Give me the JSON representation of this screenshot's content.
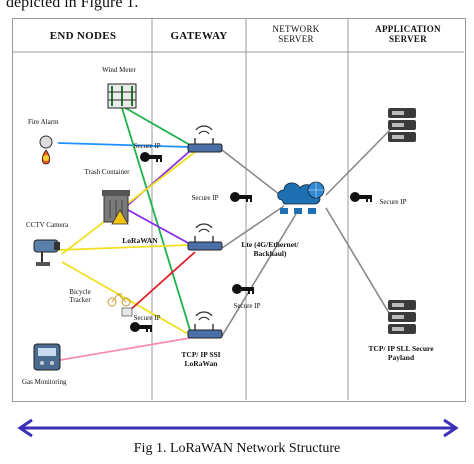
{
  "partial_text_top": "depicted in Figure 1.",
  "columns": {
    "end_nodes": "END NODES",
    "gateway": "GATEWAY",
    "network_server": "NETWORK SERVER",
    "application_server": "APPLICATION SERVER"
  },
  "devices": {
    "wind_meter": "Wind Meter",
    "fire_alarm": "Fire Alarm",
    "trash_container": "Trash Container",
    "cctv_camera": "CCTV Camera",
    "bicycle_tracker": "Bicycle Tracker",
    "gas_monitoring": "Gas Monitoring"
  },
  "labels": {
    "secure_ip_1": "Secure IP",
    "secure_ip_2": "Secure IP",
    "secure_ip_3": "Secure IP",
    "secure_ip_4": "Secure IP",
    "secure_ip_5": "Secure IP",
    "lorawan": "LoRaWAN",
    "lte_backhaul": "Lte (4G/Ethernet/ Backhaul)",
    "tcp_ip_ssi": "TCP/ IP SSI LoRaWan",
    "tcp_ip_sll": "TCP/ IP SLL Secure Payland"
  },
  "caption": "Fig 1. LoRaWAN Network Structure",
  "colors": {
    "arrow": "#3b2fb5",
    "link_blue": "#1e90ff",
    "link_green": "#1db34a",
    "link_purple": "#8a2be2",
    "link_yellow": "#f0e020",
    "link_red": "#e0202a",
    "link_pink": "#f48fb1",
    "link_gray": "#808080"
  }
}
